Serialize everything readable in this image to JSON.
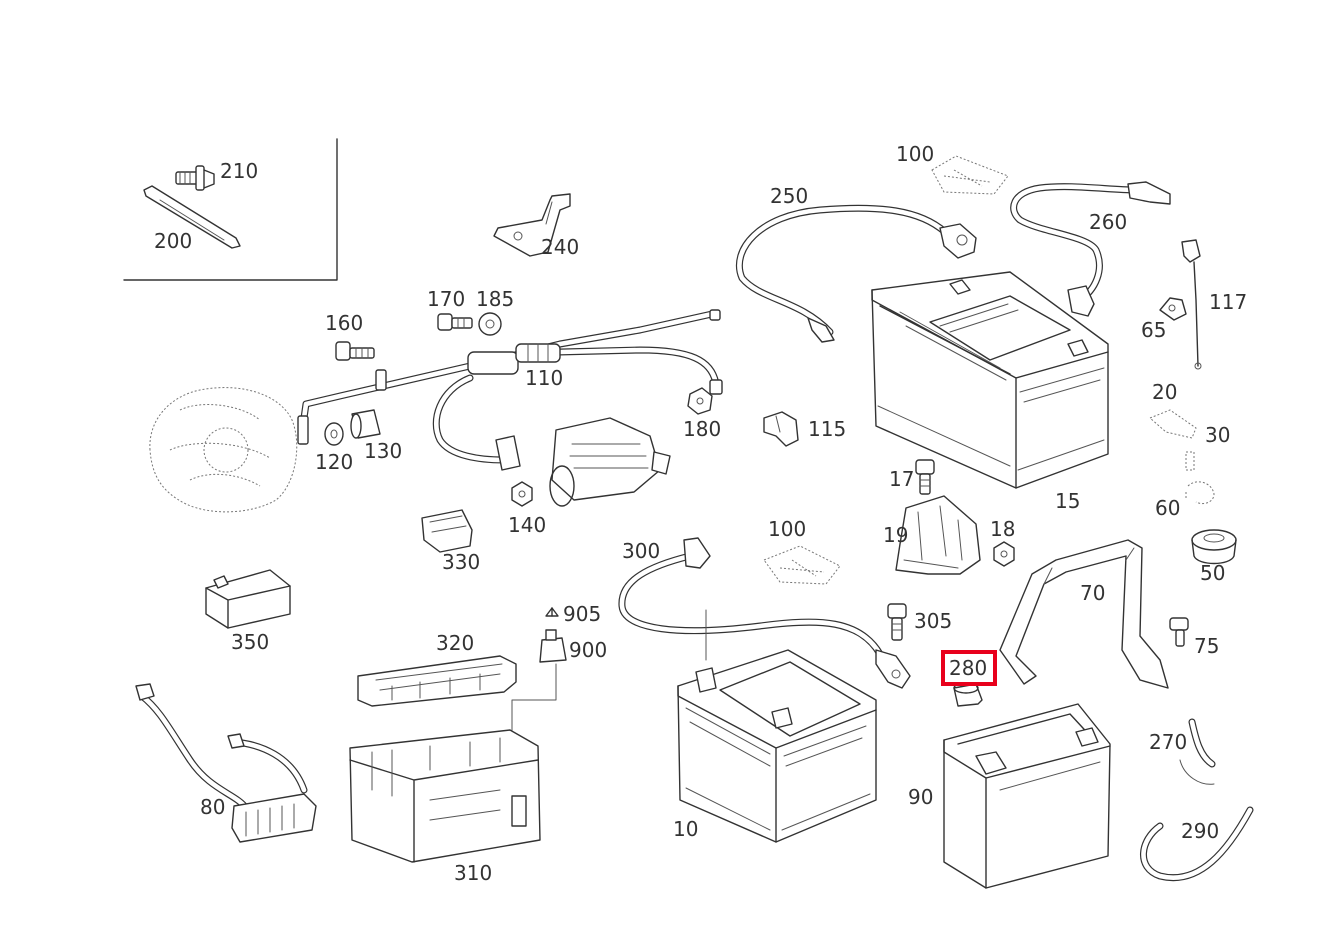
{
  "diagram": {
    "highlight_color": "#e8001c",
    "highlighted_part": "280",
    "labels": {
      "p210": "210",
      "p200": "200",
      "p240": "240",
      "p100a": "100",
      "p250": "250",
      "p260": "260",
      "p117": "117",
      "p65": "65",
      "p160": "160",
      "p170": "170",
      "p185": "185",
      "p110": "110",
      "p120": "120",
      "p130": "130",
      "p180": "180",
      "p115": "115",
      "p140": "140",
      "p330": "330",
      "p20": "20",
      "p30": "30",
      "p15": "15",
      "p17": "17",
      "p19": "19",
      "p18": "18",
      "p60": "60",
      "p50": "50",
      "p300": "300",
      "p100b": "100",
      "p70": "70",
      "p350": "350",
      "p905": "905",
      "p900": "900",
      "p320": "320",
      "p305": "305",
      "p75": "75",
      "p280": "280",
      "p270": "270",
      "p80": "80",
      "p310": "310",
      "p10": "10",
      "p90": "90",
      "p290": "290"
    }
  }
}
